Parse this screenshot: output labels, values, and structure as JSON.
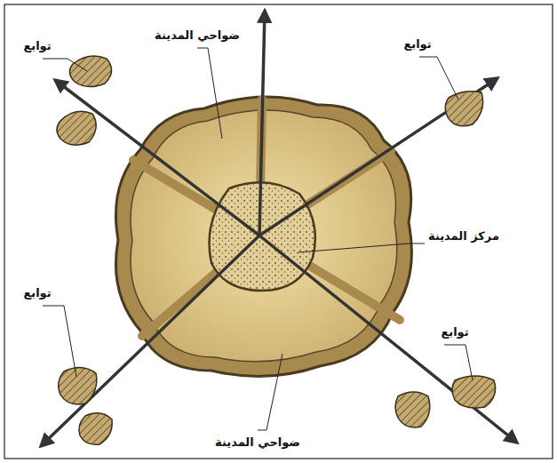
{
  "diagram": {
    "labels": [
      "توابع",
      "ضواحي المدينة",
      "توابع",
      "مركز المدينة",
      "توابع",
      "توابع",
      "ضواحي المدينة"
    ]
  }
}
